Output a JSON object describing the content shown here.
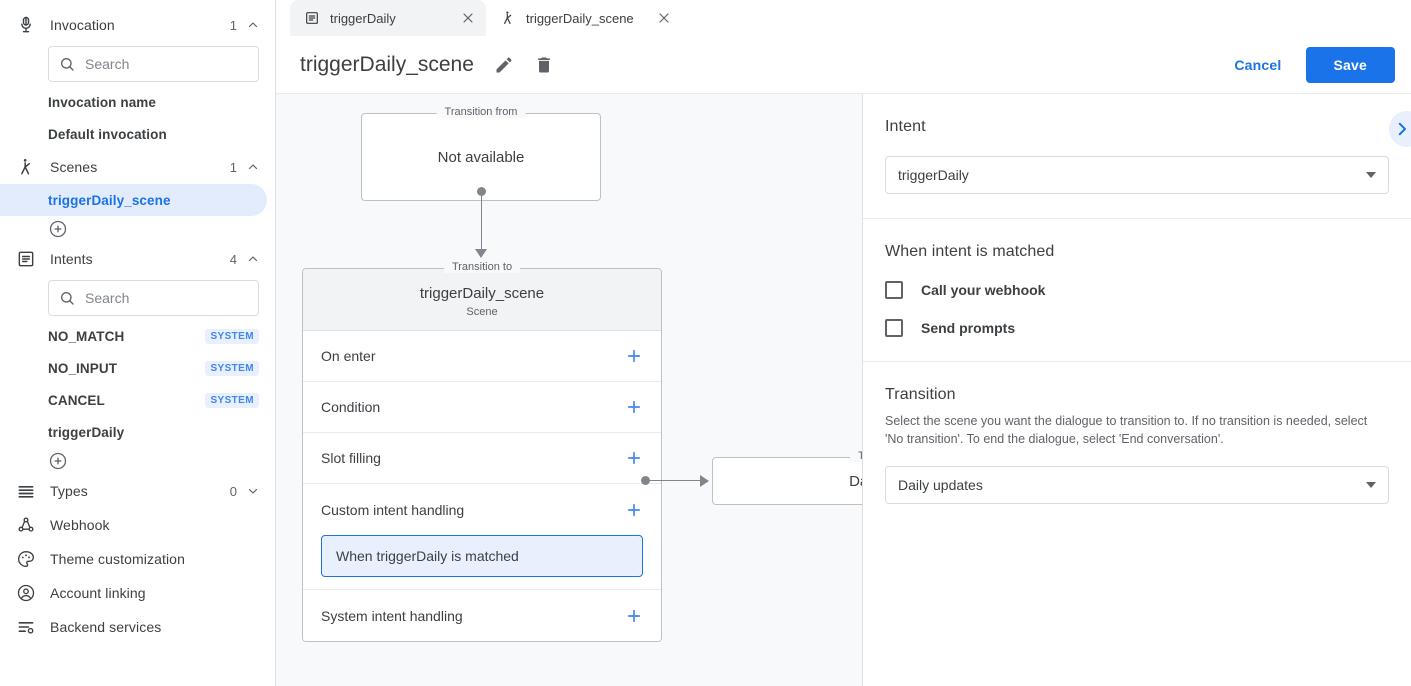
{
  "sidebar": {
    "sections": [
      {
        "icon": "microphone-icon",
        "label": "Invocation",
        "count": "1",
        "chevron": "up"
      },
      {
        "icon": "scene-icon",
        "label": "Scenes",
        "count": "1",
        "chevron": "up"
      },
      {
        "icon": "intents-icon",
        "label": "Intents",
        "count": "4",
        "chevron": "up"
      },
      {
        "icon": "types-icon",
        "label": "Types",
        "count": "0",
        "chevron": "down"
      }
    ],
    "invocation_search_placeholder": "Search",
    "invocation_items": [
      {
        "label": "Invocation name"
      },
      {
        "label": "Default invocation"
      }
    ],
    "scene_items": [
      {
        "label": "triggerDaily_scene",
        "selected": true
      }
    ],
    "intents_search_placeholder": "Search",
    "intent_items": [
      {
        "label": "NO_MATCH",
        "badge": "SYSTEM"
      },
      {
        "label": "NO_INPUT",
        "badge": "SYSTEM"
      },
      {
        "label": "CANCEL",
        "badge": "SYSTEM"
      },
      {
        "label": "triggerDaily",
        "badge": ""
      }
    ],
    "bottom_items": [
      {
        "icon": "webhook-icon",
        "label": "Webhook"
      },
      {
        "icon": "palette-icon",
        "label": "Theme customization"
      },
      {
        "icon": "account-icon",
        "label": "Account linking"
      },
      {
        "icon": "backend-icon",
        "label": "Backend services"
      }
    ],
    "add_scene_tooltip": "add-icon",
    "add_intent_tooltip": "add-icon"
  },
  "tabs": [
    {
      "icon": "intents-icon",
      "label": "triggerDaily",
      "active": false
    },
    {
      "icon": "scene-icon",
      "label": "triggerDaily_scene",
      "active": true
    }
  ],
  "header": {
    "title": "triggerDaily_scene",
    "edit_icon": "pencil-icon",
    "delete_icon": "trash-icon",
    "cancel_label": "Cancel",
    "save_label": "Save"
  },
  "canvas": {
    "from_node": {
      "legend": "Transition from",
      "text": "Not available"
    },
    "scene_node": {
      "legend": "Transition to",
      "name": "triggerDaily_scene",
      "type": "Scene",
      "rows": [
        {
          "label": "On enter"
        },
        {
          "label": "Condition"
        },
        {
          "label": "Slot filling"
        },
        {
          "label": "Custom intent handling"
        },
        {
          "label": "System intent handling"
        }
      ],
      "handler_chip": "When triggerDaily is matched"
    },
    "to_node": {
      "legend": "Tr",
      "text": "Dail"
    }
  },
  "panel": {
    "intent": {
      "title": "Intent",
      "selected": "triggerDaily"
    },
    "when_matched": {
      "title": "When intent is matched",
      "options": [
        {
          "label": "Call your webhook",
          "checked": false
        },
        {
          "label": "Send prompts",
          "checked": false
        }
      ]
    },
    "transition": {
      "title": "Transition",
      "description": "Select the scene you want the dialogue to transition to. If no transition is needed, select 'No transition'. To end the dialogue, select 'End conversation'.",
      "selected": "Daily updates"
    },
    "collapse_icon": "chevron-right-icon"
  },
  "colors": {
    "accent": "#1a73e8",
    "accent_light": "#e8f0fe",
    "canvas_bg": "#f8f9fa",
    "selected_nav": "#e3ecfd",
    "border": "#dadce0"
  }
}
